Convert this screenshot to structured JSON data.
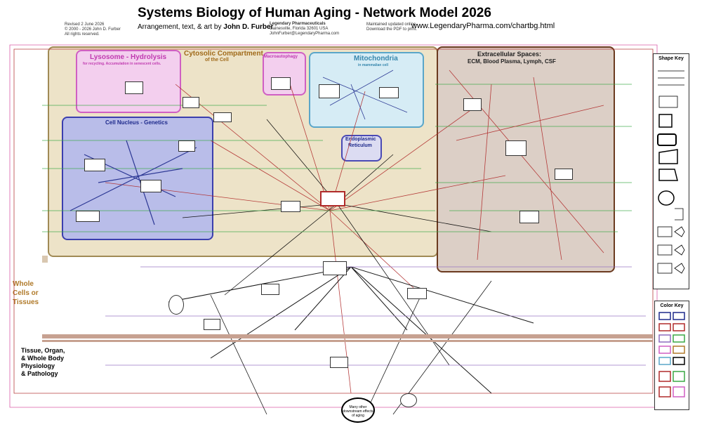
{
  "header": {
    "title": "Systems Biology of Human Aging - Network Model 2026",
    "revised": "Revised 2 June 2026",
    "copyright": "© 2000 - 2026 John D. Furber",
    "rights": "All rights reserved.",
    "byline_prefix": "Arrangement, text, & art by",
    "author": "John D. Furber",
    "publisher_name": "Legendary Pharmaceuticals",
    "publisher_address": "Gainesville, Florida 32601  USA",
    "publisher_email": "JohnFurber@LegendaryPharma.com",
    "online_note_1": "Maintained updated online.",
    "online_note_2": "Download the PDF to print.",
    "url": "www.LegendaryPharma.com/chartbg.html"
  },
  "regions": {
    "cytosol_title": "Cytosolic  Compartment",
    "cytosol_subtitle": "of the Cell",
    "lysosome_title": "Lysosome - Hydrolysis",
    "lysosome_subtitle_1": "for recycling. Accumulation in senescent cells.",
    "macroautophagy": "Macroautophagy",
    "mitochondria_title": "Mitochondria",
    "mitochondria_subtitle": "in mammalian cell",
    "extracellular_title": "Extracellular Spaces:",
    "extracellular_subtitle": "ECM, Blood Plasma, Lymph, CSF",
    "nucleus_title": "Cell Nucleus - Genetics",
    "er_title_1": "Endoplasmic",
    "er_title_2": "Reticulum",
    "whole_cells_1": "Whole",
    "whole_cells_2": "Cells or",
    "whole_cells_3": "Tissues",
    "tissue_1": "Tissue, Organ,",
    "tissue_2": "& Whole Body",
    "tissue_3": "Physiology",
    "tissue_4": "& Pathology",
    "bottom_node": "Many other downstream effects of aging"
  },
  "keys": {
    "shape_key_title": "Shape Key",
    "color_key_title": "Color Key"
  },
  "colors": {
    "cytosol_fill": "#ede3c8",
    "cytosol_border": "#a08a55",
    "lysosome_fill": "#f3cfee",
    "lysosome_border": "#d05fc3",
    "mito_fill": "#d6ecf5",
    "mito_border": "#5aa6c9",
    "extracellular_fill": "#dccfc6",
    "extracellular_border": "#6b3a1f",
    "nucleus_fill": "#b9bde9",
    "nucleus_border": "#3b3fae",
    "er_fill": "#dcdcf2",
    "er_border": "#4a4ab5",
    "whole_cells_text": "#b07a2a"
  }
}
